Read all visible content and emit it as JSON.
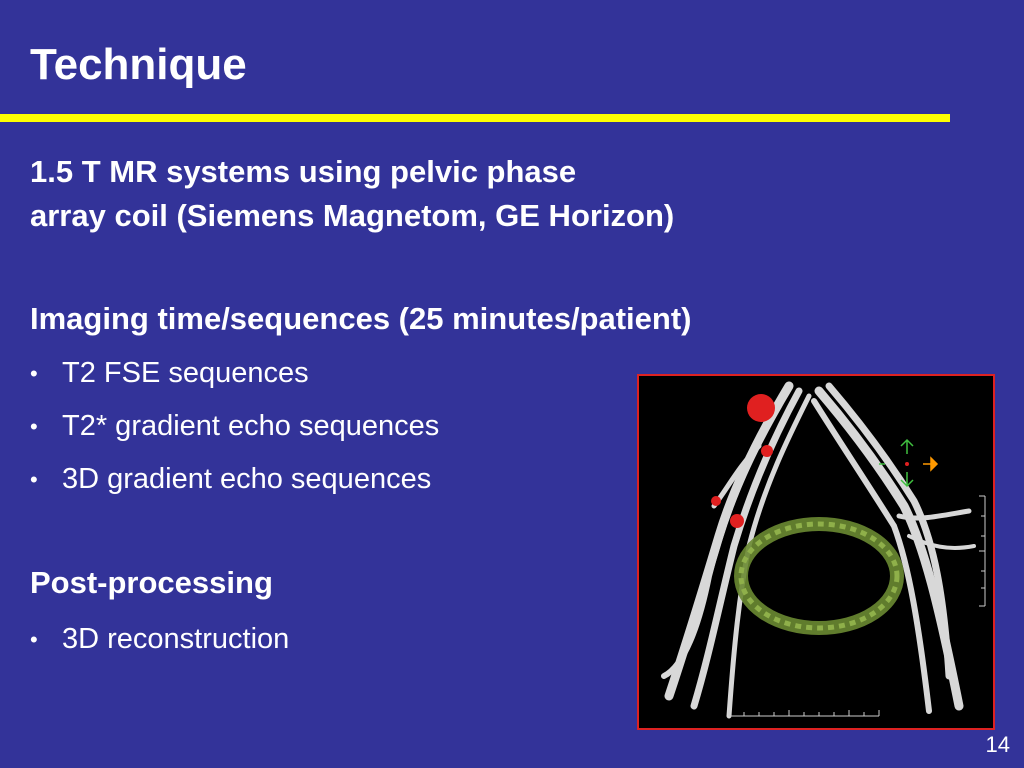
{
  "slide": {
    "title": "Technique",
    "accent_color": "#ffff00",
    "background_color": "#333399",
    "page_number": "14"
  },
  "section1": {
    "heading_line1": "1.5 T MR systems using pelvic phase",
    "heading_line2": "array coil (Siemens Magnetom, GE Horizon)"
  },
  "section2": {
    "heading": "Imaging time/sequences (25 minutes/patient)",
    "bullets": [
      "T2 FSE sequences",
      "T2* gradient echo sequences",
      "3D gradient echo sequences"
    ]
  },
  "section3": {
    "heading": "Post-processing",
    "bullets": [
      "3D reconstruction"
    ]
  },
  "bullet_glyph": "•",
  "figure": {
    "image_kind": "3D MR reconstruction of pelvic vessels",
    "border_color": "#dd2222"
  }
}
